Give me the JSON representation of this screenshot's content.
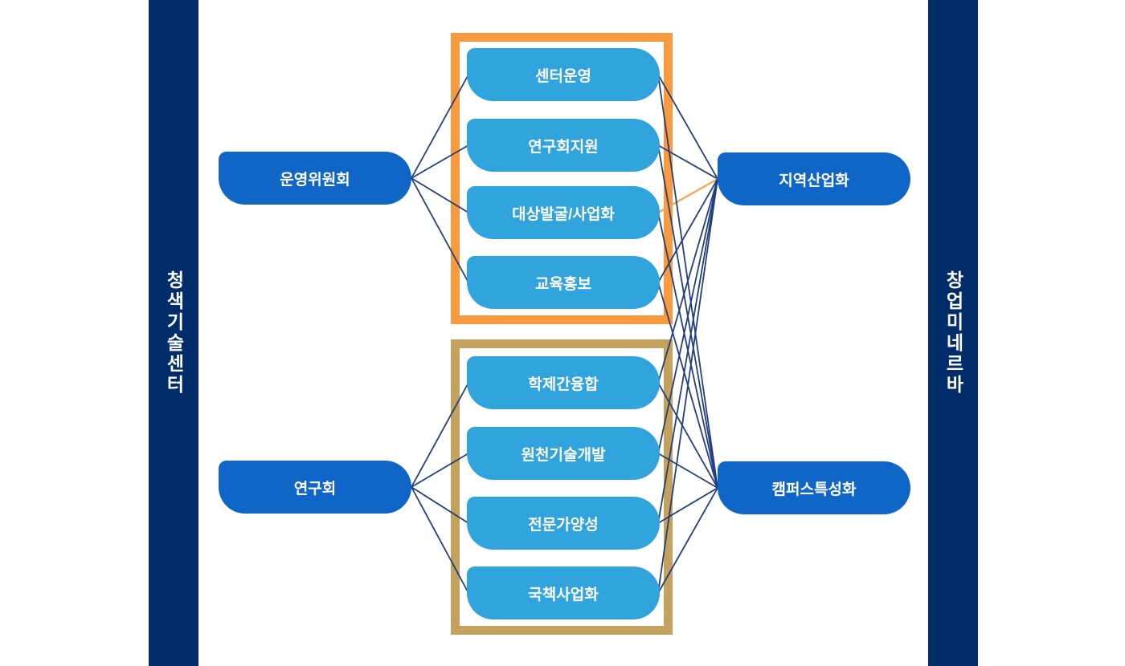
{
  "colors": {
    "navy": "#002c6a",
    "node-blue": "#1066c6",
    "sub-blue": "#31a3dd",
    "orange": "#fa9a3e",
    "tan": "#c5a15e",
    "line": "#223f7d",
    "line-orange": "#f8a14d"
  },
  "left_sidebar": {
    "label": "청색기술센터"
  },
  "right_sidebar": {
    "label": "창업미네르바"
  },
  "nodes": {
    "committee": "운영위원회",
    "research_society": "연구회",
    "regional": "지역산업화",
    "campus": "캠퍼스특성화"
  },
  "top_group": {
    "items": [
      "센터운영",
      "연구회지원",
      "대상발굴/사업화",
      "교육홍보"
    ]
  },
  "bottom_group": {
    "items": [
      "학제간융합",
      "원천기술개발",
      "전문가양성",
      "국책사업화"
    ]
  }
}
